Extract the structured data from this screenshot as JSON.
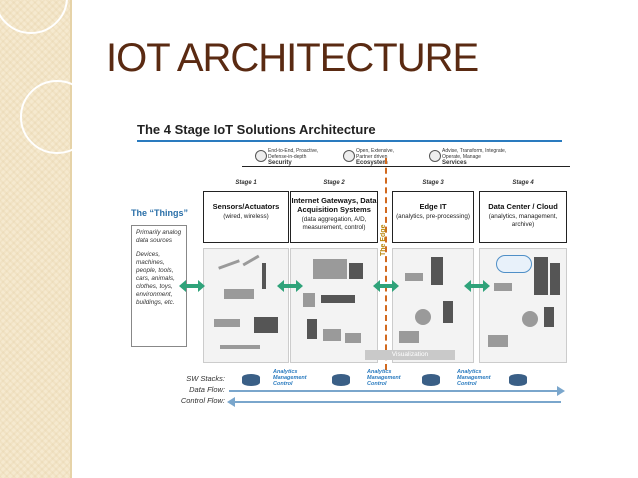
{
  "slide": {
    "title": "IOT ARCHITECTURE"
  },
  "diagram": {
    "title": "The 4 Stage IoT Solutions Architecture",
    "services": [
      {
        "name": "Security",
        "desc": "End-to-End, Proactive, Defense-in-depth"
      },
      {
        "name": "Ecosystem",
        "desc": "Open, Extensive, Partner driven"
      },
      {
        "name": "Services",
        "desc": "Advise, Transform, Integrate, Operate, Manage"
      }
    ],
    "things_heading": "The “Things”",
    "things_text": [
      "Primarily analog data sources",
      "Devices, machines, people, tools, cars, animals, clothes, toys, environment, buildings, etc."
    ],
    "stages": [
      {
        "label": "Stage 1",
        "name": "Sensors/Actuators",
        "desc": "(wired, wireless)"
      },
      {
        "label": "Stage 2",
        "name": "Internet Gateways, Data Acquisition Systems",
        "desc": "(data aggregation, A/D, measurement, control)"
      },
      {
        "label": "Stage 3",
        "name": "Edge IT",
        "desc": "(analytics, pre-processing)"
      },
      {
        "label": "Stage 4",
        "name": "Data Center / Cloud",
        "desc": "(analytics, management, archive)"
      }
    ],
    "edge_label": "The Edge",
    "visualization_label": "Visualization",
    "bottom_labels": [
      "SW Stacks:",
      "Data Flow:",
      "Control Flow:"
    ],
    "analytics_label": "Analytics Management Control",
    "colors": {
      "title": "#5a2a12",
      "accent": "#2a7bbf",
      "arrow": "#2fa37a",
      "edge": "#d2691e"
    }
  }
}
